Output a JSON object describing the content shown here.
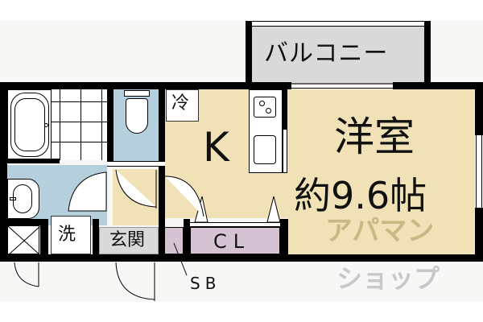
{
  "floor_plan": {
    "rooms": {
      "balcony": {
        "label": "バルコニー",
        "color": "#d9d9d9"
      },
      "western_room": {
        "label": "洋室",
        "size_label": "約9.6帖",
        "color": "#f0e2b6"
      },
      "kitchen": {
        "label": "K",
        "color": "#f0e2b6"
      },
      "closet": {
        "label": "CL",
        "color": "#d5c3d3"
      },
      "shoe_box": {
        "label": "SB",
        "color": "#d5c3d3"
      },
      "entrance": {
        "label": "玄関",
        "color": "#d9d9d9"
      },
      "washroom": {
        "color": "#b6cfdd"
      },
      "toilet": {
        "color": "#b6cfdd"
      },
      "bathroom": {
        "color": "#ffffff"
      },
      "hall": {
        "color": "#f0e2b6"
      }
    },
    "fixtures": {
      "refrigerator": {
        "label": "冷"
      },
      "washing_machine": {
        "label": "洗"
      }
    },
    "watermark": {
      "line1": "アパマン",
      "line2": "ショップ",
      "color": "#d8c9a0"
    },
    "wall_color": "#000000"
  }
}
